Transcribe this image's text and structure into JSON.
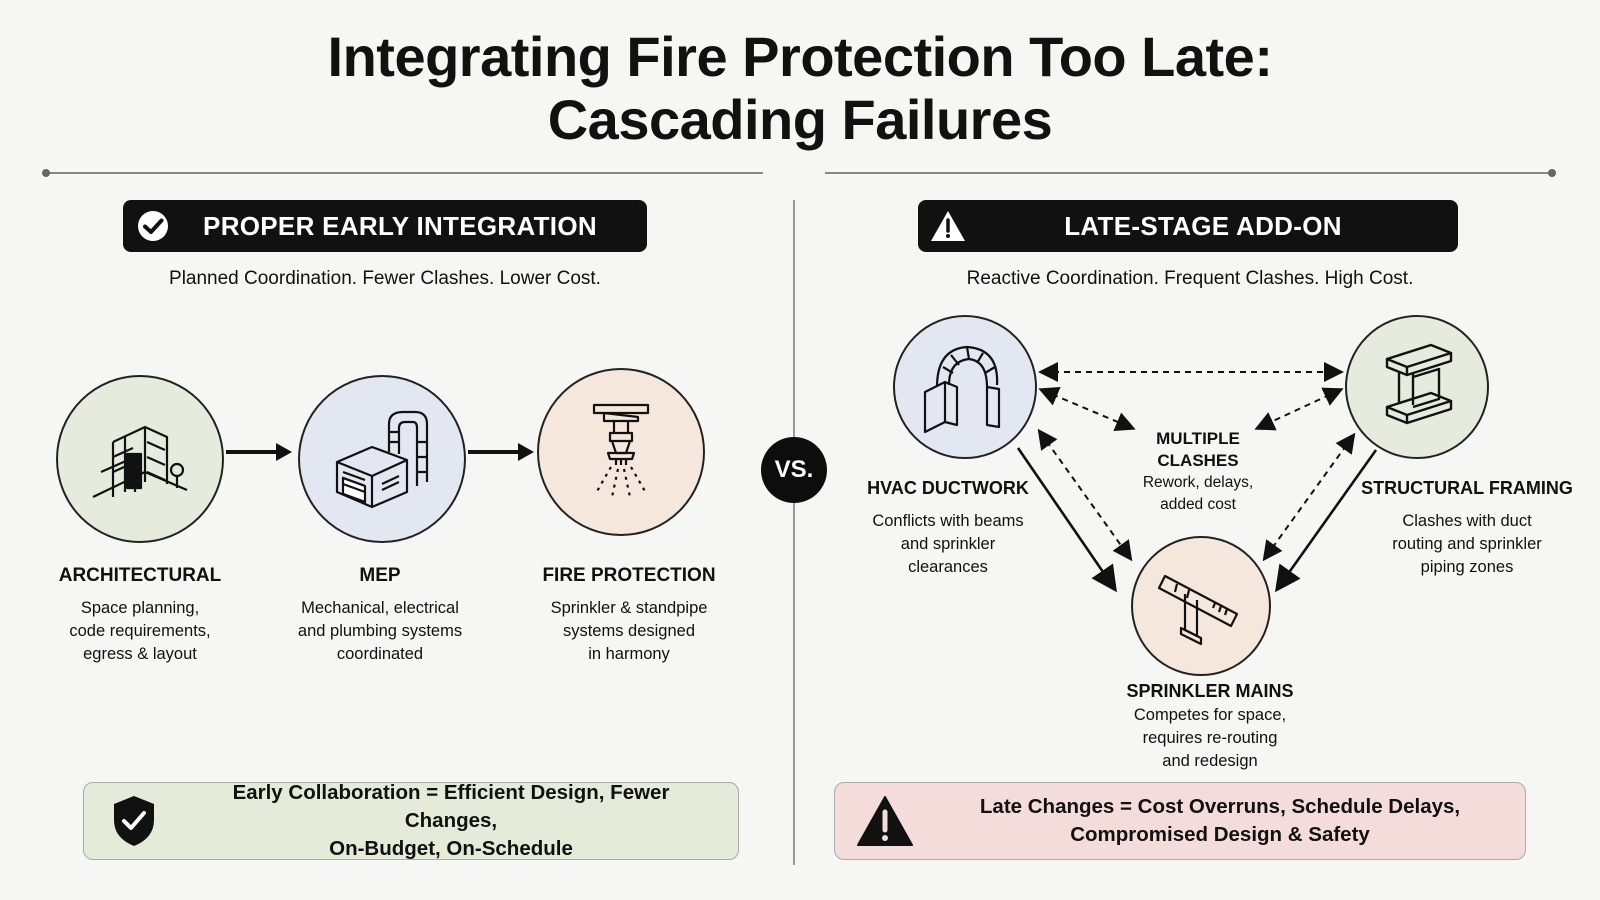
{
  "title": {
    "line1": "Integrating Fire Protection Too Late:",
    "line2": "Cascading Failures"
  },
  "left": {
    "banner": {
      "icon": "check-circle-icon",
      "label": "PROPER EARLY INTEGRATION"
    },
    "subtitle": "Planned Coordination. Fewer Clashes. Lower Cost.",
    "steps": [
      {
        "icon": "building-icon",
        "label": "ARCHITECTURAL",
        "desc": [
          "Space planning,",
          "code requirements,",
          "egress & layout"
        ]
      },
      {
        "icon": "hvac-unit-icon",
        "label": "MEP",
        "desc": [
          "Mechanical, electrical",
          "and plumbing systems",
          "coordinated"
        ]
      },
      {
        "icon": "sprinkler-head-icon",
        "label": "FIRE PROTECTION",
        "desc": [
          "Sprinkler & standpipe",
          "systems designed",
          "in harmony"
        ]
      }
    ],
    "footer": {
      "icon": "shield-check-icon",
      "line1": "Early Collaboration = Efficient Design, Fewer Changes,",
      "line2": "On-Budget, On-Schedule"
    }
  },
  "vs_label": "VS.",
  "right": {
    "banner": {
      "icon": "warning-triangle-icon",
      "label": "LATE-STAGE ADD-ON"
    },
    "subtitle": "Reactive Coordination. Frequent Clashes. High Cost.",
    "hvac": {
      "icon": "ductwork-icon",
      "label": "HVAC DUCTWORK",
      "desc": [
        "Conflicts with beams",
        "and sprinkler",
        "clearances"
      ]
    },
    "structural": {
      "icon": "steel-beam-icon",
      "label": "STRUCTURAL FRAMING",
      "desc": [
        "Clashes with duct",
        "routing and sprinkler",
        "piping zones"
      ]
    },
    "sprinkler": {
      "icon": "pipe-tee-icon",
      "label": "SPRINKLER MAINS",
      "desc": [
        "Competes for space,",
        "requires re-routing",
        "and redesign"
      ]
    },
    "center": {
      "label": [
        "MULTIPLE",
        "CLASHES"
      ],
      "desc": [
        "Rework, delays,",
        "added cost"
      ]
    },
    "footer": {
      "icon": "warning-triangle-icon",
      "line1": "Late Changes = Cost Overruns, Schedule Delays,",
      "line2": "Compromised Design & Safety"
    }
  },
  "colors": {
    "green_fill": "#e7ebdd",
    "blue_fill": "#e3e7f1",
    "peach_fill": "#f6e7dc",
    "left_footer_bg": "#e6ead9",
    "right_footer_bg": "#f3dcd9",
    "banner_bg": "#111111"
  }
}
